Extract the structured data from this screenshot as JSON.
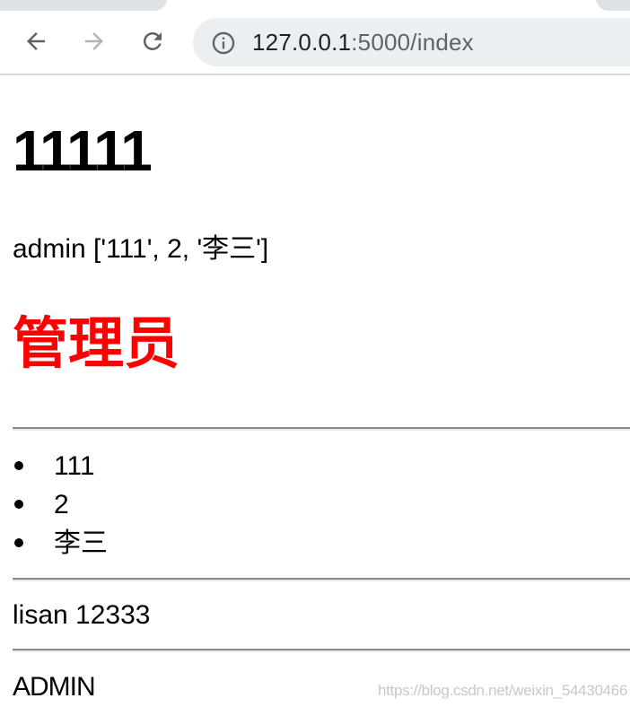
{
  "browser": {
    "url_host": "127.0.0.1",
    "url_path": ":5000/index",
    "nav": {
      "back_icon": "arrow-left-icon",
      "forward_icon": "arrow-right-icon",
      "reload_icon": "reload-icon",
      "site_info_icon": "info-icon"
    }
  },
  "page": {
    "heading": "11111",
    "admin_line": "admin ['111', 2, '李三']",
    "red_title": "管理员",
    "red_title_color": "#ff0000",
    "list_items": [
      "111",
      "2",
      "李三"
    ],
    "user_line": "lisan 12333",
    "upper_line": "ADMIN"
  },
  "watermark": "https://blog.csdn.net/weixin_54430466"
}
